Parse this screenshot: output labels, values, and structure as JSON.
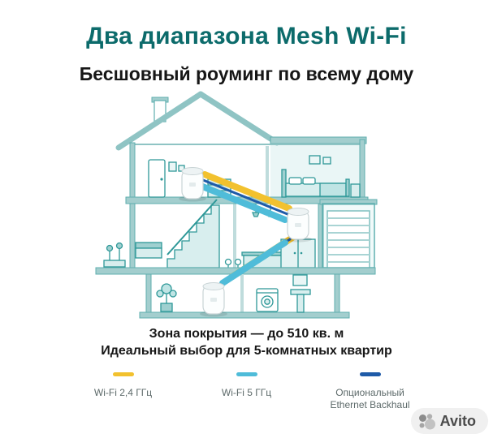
{
  "title": "Два диапазона Mesh Wi-Fi",
  "subtitle": "Бесшовный роуминг по всему дому",
  "coverage": {
    "line1": "Зона покрытия — до 510 кв. м",
    "line2": "Идеальный выбор для 5-комнатных квартир"
  },
  "legend": [
    {
      "label": "Wi-Fi 2,4 ГГц",
      "color": "#F2C12E"
    },
    {
      "label": "Wi-Fi 5 ГГц",
      "color": "#4FBCD9"
    },
    {
      "label": "Опциональный Ethernet Backhaul",
      "color": "#1F5BA8"
    }
  ],
  "watermark": {
    "label": "Avito"
  },
  "colors": {
    "title_teal": "#0C6B6B",
    "house_outline": "#2E9898",
    "beam_24ghz": "#F2C12E",
    "beam_5ghz": "#4FBCD9",
    "ethernet_backhaul": "#1F5BA8"
  }
}
